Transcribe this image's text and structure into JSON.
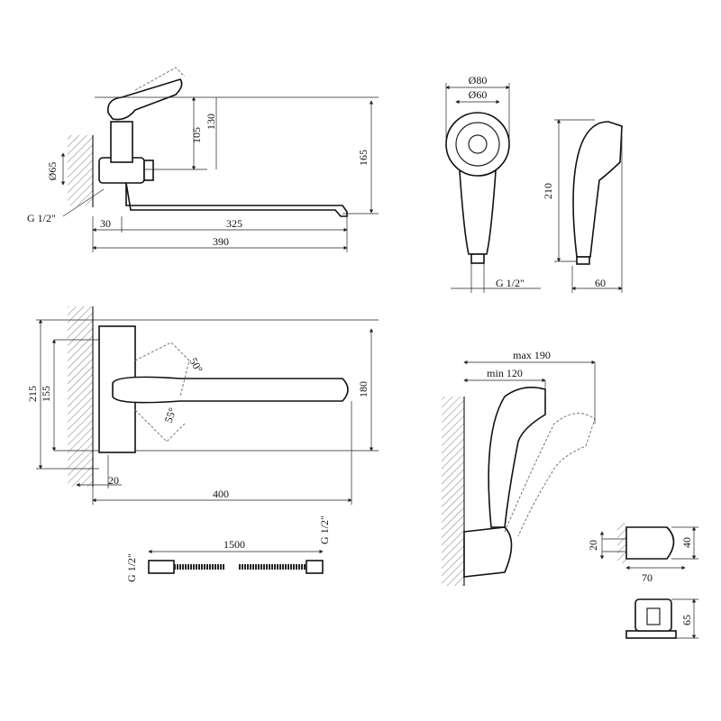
{
  "side_view": {
    "d_body": "Ø65",
    "thread": "G 1/2\"",
    "offset": "30",
    "spout": "325",
    "total": "390",
    "h1": "105",
    "h2": "130",
    "h3": "165"
  },
  "shower_front": {
    "d_outer": "Ø80",
    "d_inner": "Ø60",
    "thread": "G 1/2\""
  },
  "shower_side": {
    "length": "210",
    "width": "60"
  },
  "top_view": {
    "h_total": "215",
    "h_centers": "155",
    "angle_up": "50°",
    "angle_down": "55°",
    "spout_w": "180",
    "offset": "20",
    "total": "400"
  },
  "hose": {
    "thread_left": "G 1/2\"",
    "length": "1500",
    "thread_right": "G 1/2\""
  },
  "holder_view": {
    "max": "max 190",
    "min": "min 120"
  },
  "bracket": {
    "h1": "20",
    "h2": "40",
    "depth": "70",
    "plate": "65"
  }
}
